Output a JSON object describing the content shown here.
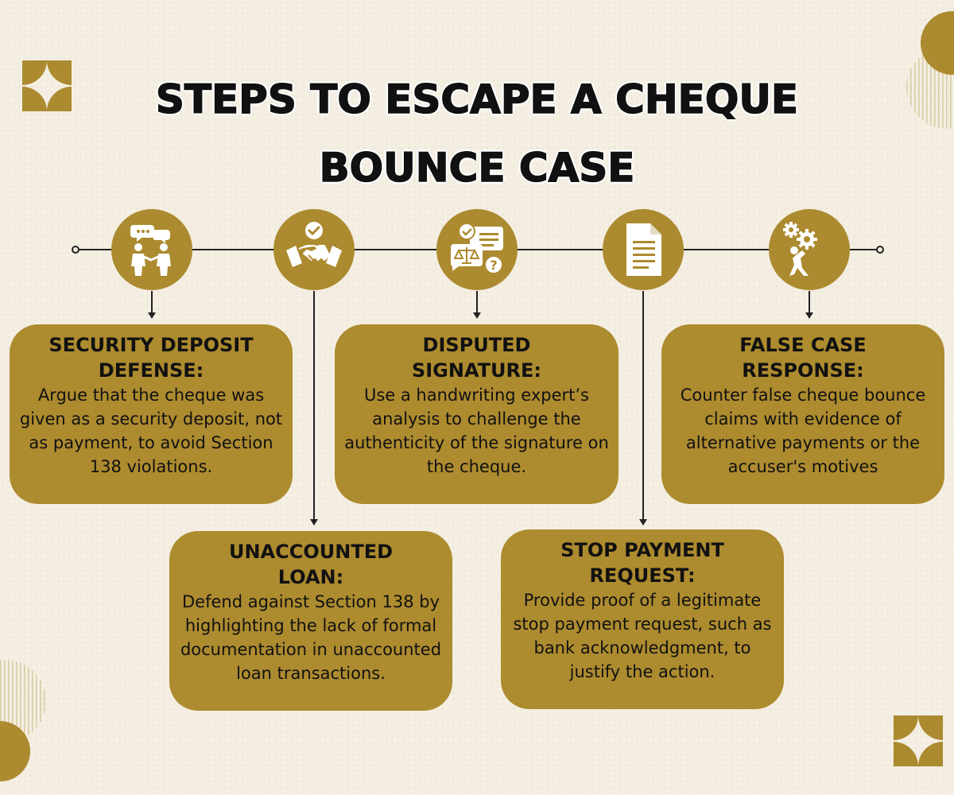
{
  "title": {
    "line1": "STEPS TO ESCAPE A CHEQUE",
    "line2": "BOUNCE CASE"
  },
  "colors": {
    "accent": "#ac8a2f",
    "background": "#f4efe2",
    "text": "#111111"
  },
  "steps": [
    {
      "icon": "people-talking-icon",
      "heading": "SECURITY DEPOSIT DEFENSE:",
      "body": "Argue that the cheque was given as a security deposit, not as payment, to avoid Section 138 violations."
    },
    {
      "icon": "handshake-check-icon",
      "heading": "UNACCOUNTED LOAN:",
      "body": "Defend against Section 138 by highlighting the lack of formal documentation in unaccounted loan transactions."
    },
    {
      "icon": "scale-chat-icon",
      "heading": "DISPUTED SIGNATURE:",
      "body": "Use a handwriting expert’s analysis to challenge the authenticity of the signature on the cheque."
    },
    {
      "icon": "document-icon",
      "heading": "STOP PAYMENT REQUEST:",
      "body": "Provide proof of a legitimate stop payment request, such as bank acknowledgment, to justify the action."
    },
    {
      "icon": "person-gears-icon",
      "heading": "FALSE CASE RESPONSE:",
      "body": "Counter false cheque bounce claims with evidence of alternative payments or the accuser's motives"
    }
  ]
}
